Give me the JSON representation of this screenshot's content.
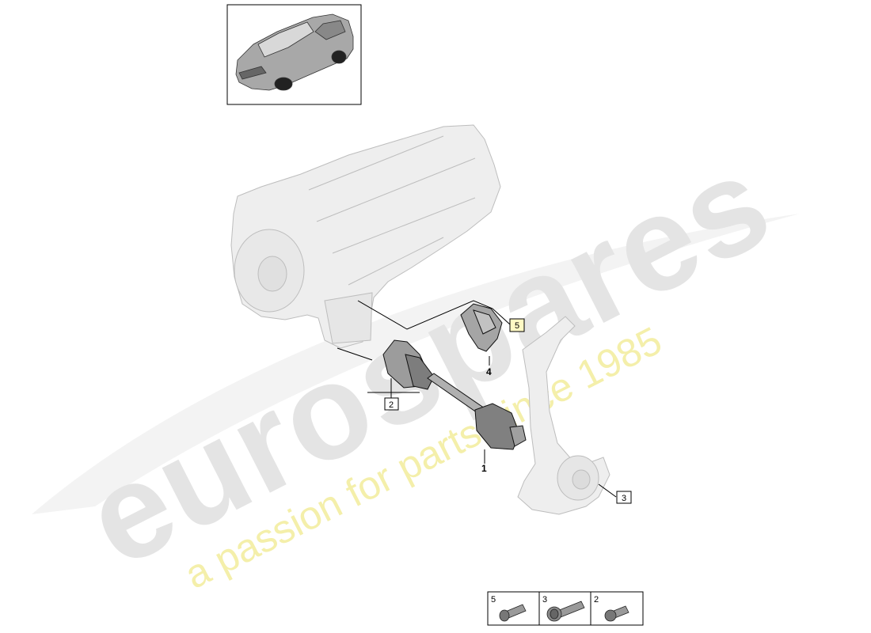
{
  "watermark": {
    "brand": "eurospares",
    "tagline": "a passion for parts since 1985"
  },
  "callouts": {
    "part_1": "1",
    "part_2": "2",
    "part_3": "3",
    "part_4": "4",
    "part_5": "5"
  },
  "fastener_table": {
    "cells": [
      {
        "number": "5",
        "item": "bolt-short"
      },
      {
        "number": "3",
        "item": "bolt-flange"
      },
      {
        "number": "2",
        "item": "bolt-small"
      }
    ]
  },
  "colors": {
    "highlight_box": "#fff9c4",
    "line": "#000000",
    "ghost_part": "#eeeeee",
    "watermark_text": "#e4e4e4",
    "watermark_tagline": "#f4efaa"
  }
}
